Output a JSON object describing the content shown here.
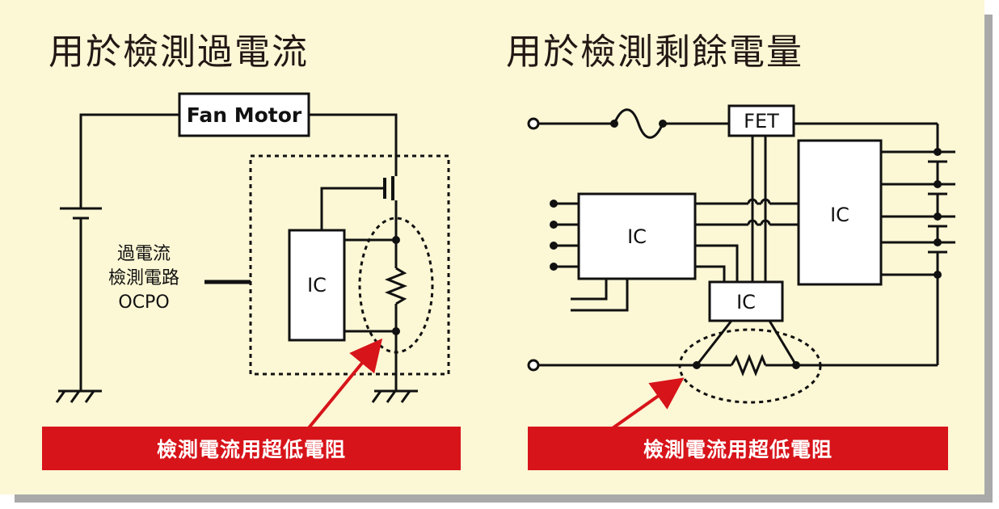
{
  "panel": {
    "background": "#fcf7d5",
    "shadow": "#a9a9a9"
  },
  "left": {
    "title": "用於檢測過電流",
    "fan_motor_label": "Fan Motor",
    "ocpo_label": [
      "過電流",
      "檢測電路",
      "OCPO"
    ],
    "ic_label": "IC",
    "banner": "檢測電流用超低電阻"
  },
  "right": {
    "title": "用於檢測剩餘電量",
    "fet_label": "FET",
    "ic_left_label": "IC",
    "ic_right_label": "IC",
    "ic_bottom_label": "IC",
    "banner": "檢測電流用超低電阻"
  },
  "colors": {
    "accent": "#d7141a",
    "line": "#111111"
  }
}
